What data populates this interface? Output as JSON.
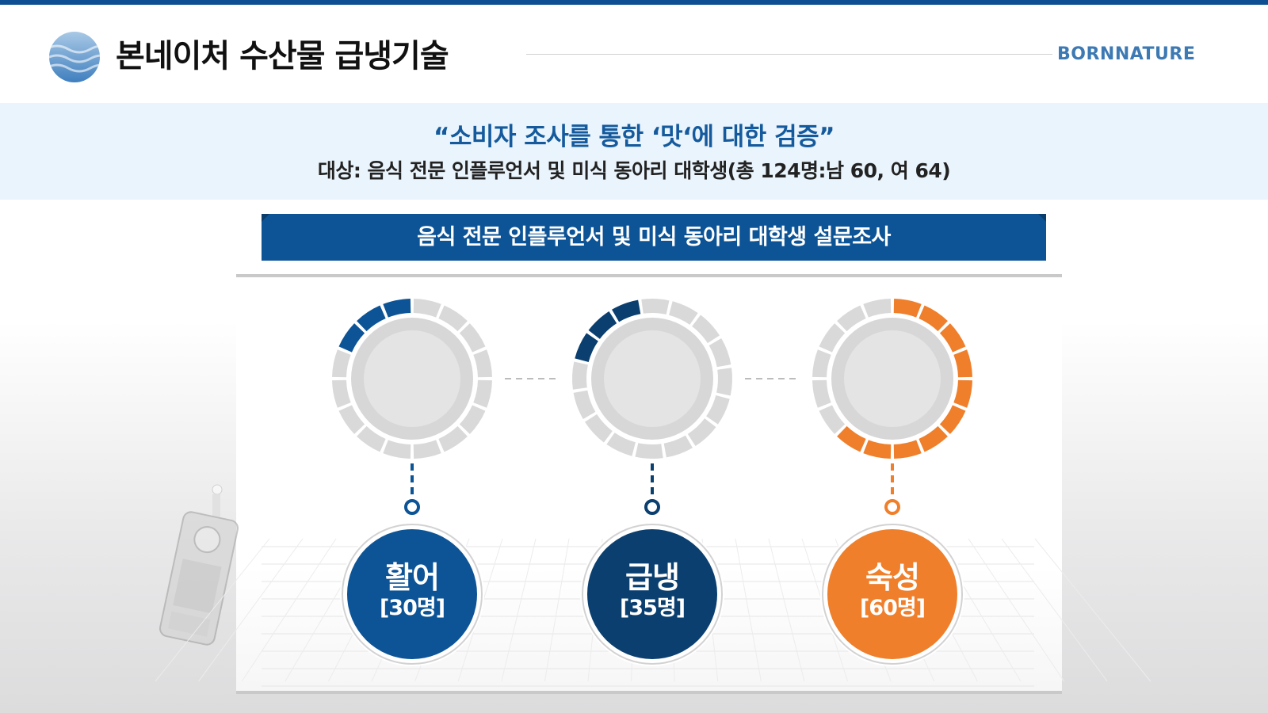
{
  "header": {
    "title": "본네이처 수산물 급냉기술",
    "brand": "BORNNATURE"
  },
  "banner": {
    "quote": "“소비자 조사를 통한 ‘맛‘에 대한 검증”",
    "subject": "대상: 음식 전문 인플루언서 및 미식 동아리 대학생(총 124명:남 60, 여 64)"
  },
  "survey": {
    "title": "음식 전문 인플루언서 및 미식 동아리 대학생 설문조사"
  },
  "results": [
    {
      "name": "활어",
      "count": "[30명]",
      "color": "#0d5496",
      "share": 3
    },
    {
      "name": "급냉",
      "count": "[35명]",
      "color": "#0a3f6f",
      "share": 3.4
    },
    {
      "name": "숙성",
      "count": "[60명]",
      "color": "#ef7f2b",
      "share": 9.5
    }
  ],
  "colors": {
    "primary": "#0d5496",
    "secondary": "#0a3f6f",
    "accent": "#ef7f2b",
    "brand_text": "#3d79b3"
  }
}
